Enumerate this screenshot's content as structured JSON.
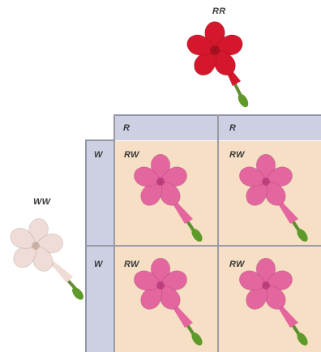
{
  "parent_top": {
    "genotype": "RR",
    "flower_color": "red"
  },
  "parent_left": {
    "genotype": "WW",
    "flower_color": "white"
  },
  "punnett": {
    "column_alleles": [
      "R",
      "R"
    ],
    "row_alleles": [
      "W",
      "W"
    ],
    "cells": [
      {
        "genotype": "RW",
        "flower_color": "pink"
      },
      {
        "genotype": "RW",
        "flower_color": "pink"
      },
      {
        "genotype": "RW",
        "flower_color": "pink"
      },
      {
        "genotype": "RW",
        "flower_color": "pink"
      }
    ]
  },
  "colors": {
    "red": "#d4172c",
    "pink": "#e4669f",
    "white": "#f0dcd6",
    "grid_header": "#ccd0e2",
    "grid_cell": "#f6dfc4"
  }
}
